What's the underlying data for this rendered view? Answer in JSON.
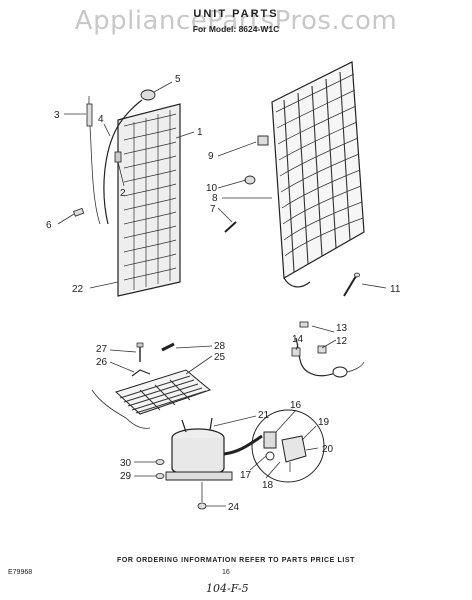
{
  "watermark": "AppliancePartsPros.com",
  "header": {
    "title": "UNIT PARTS",
    "subtitle": "For Model: 8624-W1C"
  },
  "callouts": [
    "1",
    "2",
    "3",
    "4",
    "5",
    "6",
    "7",
    "8",
    "9",
    "10",
    "11",
    "12",
    "13",
    "14",
    "16",
    "17",
    "18",
    "19",
    "20",
    "21",
    "22",
    "24",
    "25",
    "26",
    "27",
    "28",
    "29",
    "30"
  ],
  "footer": {
    "ordering_note": "FOR ORDERING INFORMATION REFER TO PARTS PRICE LIST",
    "catalog_number": "E79968",
    "page_number": "16",
    "handwritten_note": "104-F-5"
  }
}
